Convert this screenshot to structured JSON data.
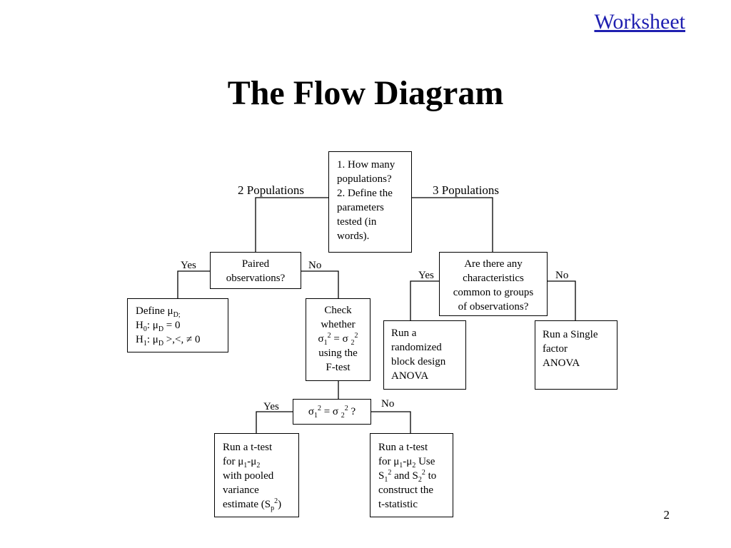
{
  "header": {
    "worksheet_link": "Worksheet",
    "title": "The Flow Diagram"
  },
  "diagram": {
    "start_box": [
      "1. How many",
      "populations?",
      "2. Define the",
      "parameters",
      "tested (in",
      "words)."
    ],
    "branch_2pop": "2 Populations",
    "branch_3pop": "3 Populations",
    "paired_box": [
      "Paired",
      "observations?"
    ],
    "paired_yes": "Yes",
    "paired_no": "No",
    "define_box": {
      "line1": "Define μ",
      "line1_sub": "D;",
      "line2_h": "H",
      "line2_h_sub": "0",
      "line2_rest": ": μ",
      "line2_rest_sub": "D",
      "line2_end": " = 0",
      "line3_h": "H",
      "line3_h_sub": "1",
      "line3_rest": ":  μ",
      "line3_rest_sub": "D",
      "line3_end": " >,<, ≠  0"
    },
    "check_box": {
      "line1": "Check",
      "line2": "whether",
      "s1": "σ",
      "s1_sub": "1",
      "s1_sup": "2",
      "eq": " = σ ",
      "s2_sub": "2",
      "s2_sup": "2",
      "line4": "using the",
      "line5": "F-test"
    },
    "variance_q": {
      "s1": "σ",
      "s1_sub": "1",
      "s1_sup": "2",
      "eq": " = σ ",
      "s2_sub": "2",
      "s2_sup": "2",
      "end": "  ?"
    },
    "var_yes": "Yes",
    "var_no": "No",
    "pooled_box": {
      "l1": "Run a t-test",
      "l2a": "for μ",
      "l2sub1": "1",
      "l2b": "-μ",
      "l2sub2": "2",
      "l3": "with pooled",
      "l4": "variance",
      "l5a": "estimate (S",
      "l5sub": "p",
      "l5sup": "2",
      "l5b": ")"
    },
    "unpooled_box": {
      "l1": "Run a t-test",
      "l2a": "for μ",
      "l2sub1": "1",
      "l2b": "-μ",
      "l2sub2": "2",
      "l2c": " Use",
      "l3a": "S",
      "l3sub1": "1",
      "l3sup1": "2",
      "l3b": " and S",
      "l3sub2": "2",
      "l3sup2": "2",
      "l3c": " to",
      "l4": "construct the",
      "l5": "t-statistic"
    },
    "char_box": [
      "Are there any",
      "characteristics",
      "common to groups",
      "of observations?"
    ],
    "char_yes": "Yes",
    "char_no": "No",
    "block_box": [
      "Run a",
      "randomized",
      "block design",
      "ANOVA"
    ],
    "single_box": [
      "Run a Single",
      "factor",
      "ANOVA"
    ]
  },
  "footer": {
    "page_number": "2"
  }
}
